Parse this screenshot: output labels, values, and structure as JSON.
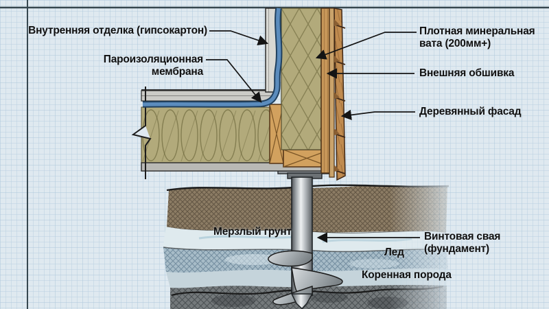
{
  "diagram": {
    "labels": {
      "interior_finish": "Внутренняя отделка (гипсокартон)",
      "vapor_membrane": "Пароизоляционная\nмембрана",
      "mineral_wool": "Плотная минеральная\nвата (200мм+)",
      "exterior_sheathing": "Внешняя обшивка",
      "wood_facade": "Деревянный фасад",
      "frozen_ground": "Мерзлый грунт",
      "screw_pile": "Винтовая свая\n(фундамент)",
      "ice": "Лед",
      "bedrock": "Коренная порода"
    },
    "colors": {
      "paper": "#dfe9f0",
      "grid": "#b9d0df",
      "frame": "#36474f",
      "ink": "#141414",
      "drywall": "#d8d8d3",
      "membrane": "#5b8cbd",
      "insulation": "#b2aa7b",
      "wood": "#d2a15e",
      "sheathing": "#c79759",
      "siding": "#c08b4f",
      "steel": "#9aa0a4",
      "soil": "#8c7c64",
      "ice_light": "#dfeaee",
      "ice_shade": "#a7bcc8",
      "rock": "#74797b"
    }
  }
}
